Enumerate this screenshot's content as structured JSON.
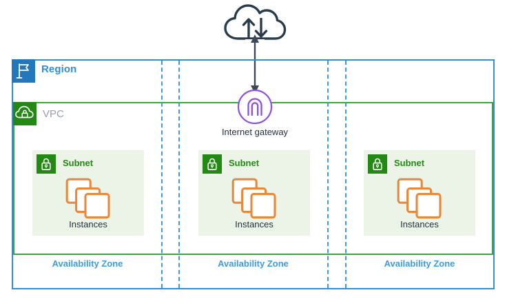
{
  "diagram": {
    "title": "AWS VPC with Internet gateway across three Availability Zones",
    "colors": {
      "region_blue": "#2f8ed6",
      "region_icon_blue": "#2377bb",
      "vpc_green": "#3fa23f",
      "vpc_icon_green": "#248814",
      "subnet_fill": "#ecf3e7",
      "instance_orange": "#e8883a",
      "gateway_purple": "#8c4fe0",
      "cloud_navy": "#2a3b4d",
      "text_dark": "#232f3e",
      "vpc_label_grey": "#9aa0a6"
    }
  },
  "internet": {
    "icon": "cloud-up-down-arrows-icon"
  },
  "connection": {
    "icon": "double-headed-arrow-icon"
  },
  "region": {
    "label": "Region",
    "icon": "region-flag-icon"
  },
  "vpc": {
    "label": "VPC",
    "icon": "vpc-cloud-lock-icon"
  },
  "internet_gateway": {
    "label": "Internet gateway",
    "icon": "internet-gateway-icon"
  },
  "availability_zones": [
    {
      "label": "Availability Zone"
    },
    {
      "label": "Availability Zone"
    },
    {
      "label": "Availability Zone"
    }
  ],
  "subnets": [
    {
      "label": "Subnet",
      "icon": "subnet-lock-icon",
      "resource_label": "Instances",
      "resource_icon": "ec2-instances-stack-icon"
    },
    {
      "label": "Subnet",
      "icon": "subnet-lock-icon",
      "resource_label": "Instances",
      "resource_icon": "ec2-instances-stack-icon"
    },
    {
      "label": "Subnet",
      "icon": "subnet-lock-icon",
      "resource_label": "Instances",
      "resource_icon": "ec2-instances-stack-icon"
    }
  ]
}
